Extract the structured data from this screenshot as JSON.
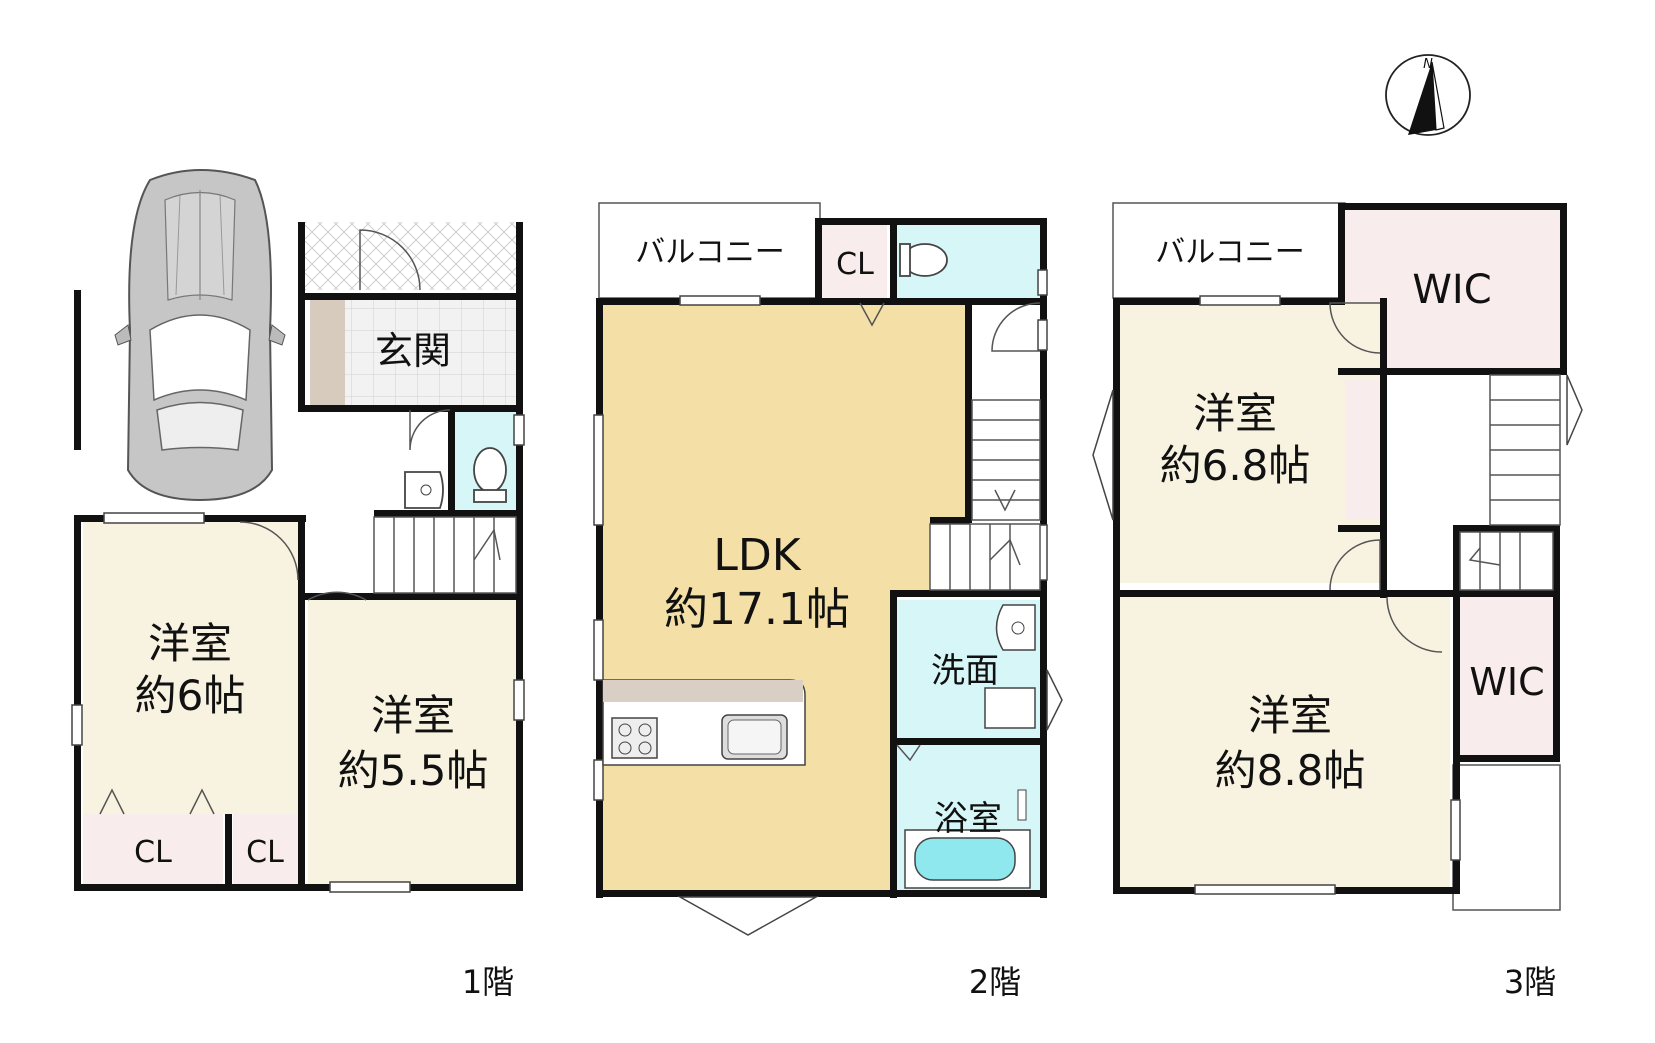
{
  "colors": {
    "ldk": "#f4dfa6",
    "western_room": "#f8f3e1",
    "closet": "#f9ecec",
    "wet_area": "#d6f6f8",
    "bathtub": "#8fe8ee",
    "entrance_tile": "#f2f2f2",
    "entrance_step": "#d6cbbd",
    "kitchen_counter": "#d9cfc4",
    "wall": "#111111"
  },
  "floors": {
    "f1": {
      "label": "1階",
      "rooms": {
        "genkan": "玄関",
        "room6_name": "洋室",
        "room6_size": "約6帖",
        "room55_name": "洋室",
        "room55_size": "約5.5帖",
        "cl_a": "CL",
        "cl_b": "CL"
      }
    },
    "f2": {
      "label": "2階",
      "rooms": {
        "balcony": "バルコニー",
        "cl": "CL",
        "ldk_name": "LDK",
        "ldk_size": "約17.1帖",
        "senmen": "洗面",
        "yokushitsu": "浴室"
      }
    },
    "f3": {
      "label": "3階",
      "rooms": {
        "balcony": "バルコニー",
        "wic_top": "WIC",
        "wic_side": "WIC",
        "room68_name": "洋室",
        "room68_size": "約6.8帖",
        "room88_name": "洋室",
        "room88_size": "約8.8帖"
      }
    }
  },
  "compass": {
    "north": "N",
    "icon": "north-arrow-icon"
  },
  "icons": [
    "car-icon",
    "toilet-icon",
    "sink-icon",
    "stove-icon",
    "bathtub-icon",
    "stairs-icon",
    "door-swing-icon"
  ]
}
